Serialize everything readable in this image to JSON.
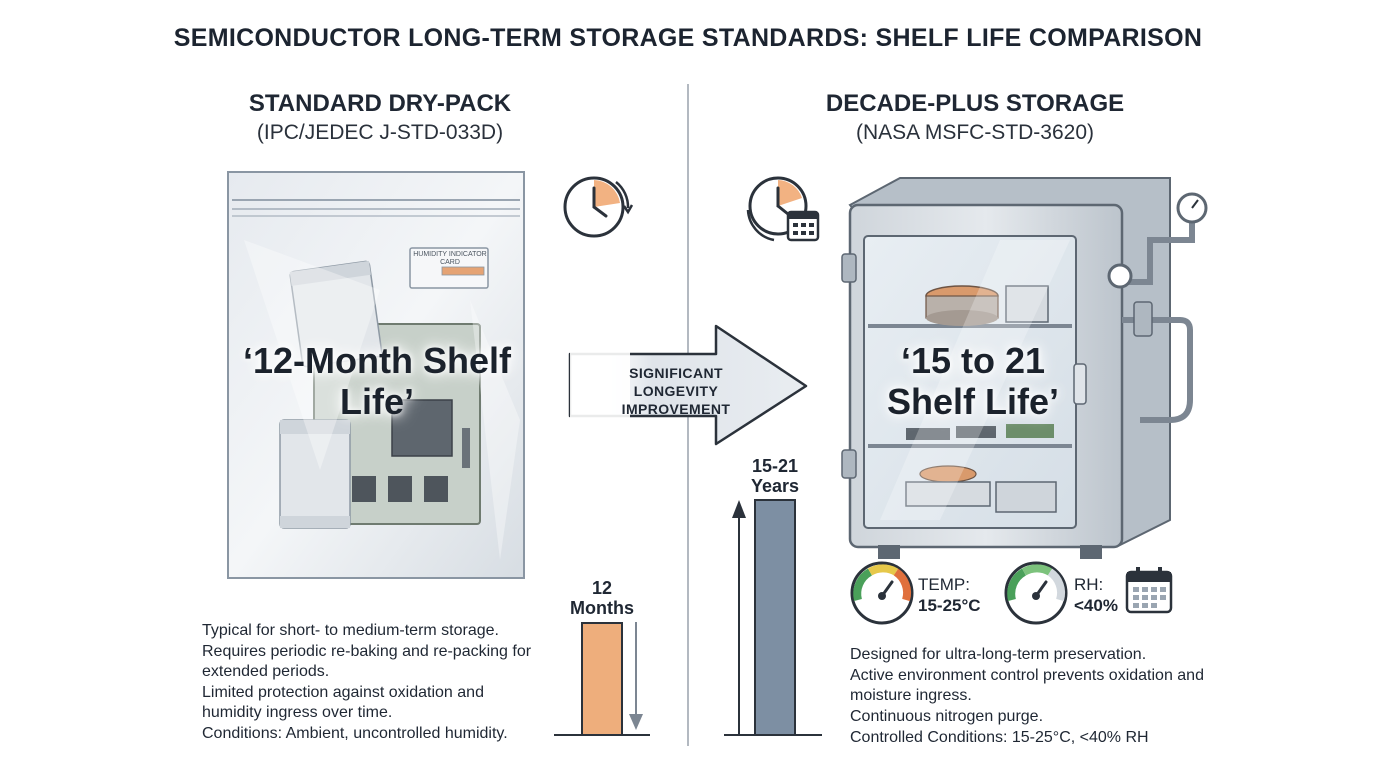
{
  "title": "SEMICONDUCTOR LONG-TERM STORAGE STANDARDS: SHELF LIFE COMPARISON",
  "left": {
    "heading": "STANDARD DRY-PACK",
    "standard": "(IPC/JEDEC J-STD-033D)",
    "shelf_life": "‘12-Month Shelf Life’",
    "hic_card_line1": "HUMIDITY INDICATOR",
    "hic_card_line2": "CARD",
    "bar_label": "12 Months",
    "bar_value_months": 12,
    "notes": [
      "Typical for short- to medium-term storage.",
      "Requires periodic re-baking and re-packing for extended periods.",
      "Limited protection against oxidation and humidity ingress over time.",
      "Conditions: Ambient, uncontrolled humidity."
    ],
    "bar_color": "#eeae7c"
  },
  "center": {
    "arrow_label": "SIGNIFICANT LONGEVITY IMPROVEMENT"
  },
  "right": {
    "heading": "DECADE-PLUS STORAGE",
    "standard": "(NASA MSFC-STD-3620)",
    "shelf_life": "‘15 to 21 Shelf Life’",
    "bar_label": "15-21 Years",
    "bar_value_years": [
      15,
      21
    ],
    "temp_label": "TEMP:",
    "temp_value": "15-25°C",
    "rh_label": "RH:",
    "rh_value": "<40%",
    "notes": [
      "Designed for ultra-long-term preservation.",
      "Active environment control prevents oxidation and moisture ingress.",
      "Continuous nitrogen purge.",
      "Controlled Conditions: 15-25°C, <40% RH"
    ],
    "bar_color": "#7d8fa3"
  },
  "icons": {
    "left_clock": "clock-icon",
    "right_clock_calendar": "clock-calendar-icon",
    "temp_gauge": "temperature-gauge-icon",
    "rh_gauge": "humidity-gauge-icon",
    "calendar": "calendar-icon"
  }
}
